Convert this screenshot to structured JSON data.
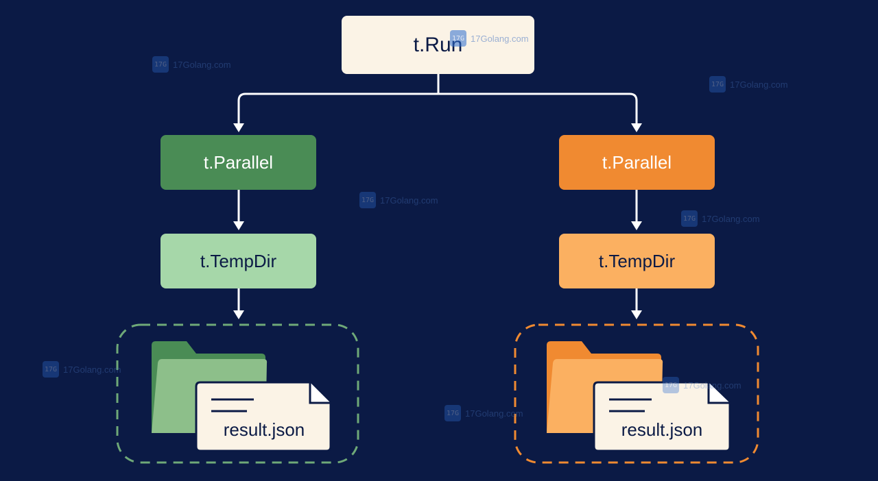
{
  "diagram": {
    "root": {
      "label": "t.Run"
    },
    "branches": [
      {
        "parallel_label": "t.Parallel",
        "tempdir_label": "t.TempDir",
        "file_label": "result.json",
        "color": "#4a8c55",
        "light_color": "#a6d7a9"
      },
      {
        "parallel_label": "t.Parallel",
        "tempdir_label": "t.TempDir",
        "file_label": "result.json",
        "color": "#f08a31",
        "light_color": "#fbb061"
      }
    ]
  },
  "watermark": {
    "text": "17Golang.com",
    "logo_text": "17G"
  },
  "colors": {
    "background": "#0b1a45",
    "arrow": "#ffffff",
    "paper": "#fbf3e6",
    "green": "#4a8c55",
    "green_light": "#a6d7a9",
    "orange": "#f08a31",
    "orange_light": "#fbb061"
  }
}
